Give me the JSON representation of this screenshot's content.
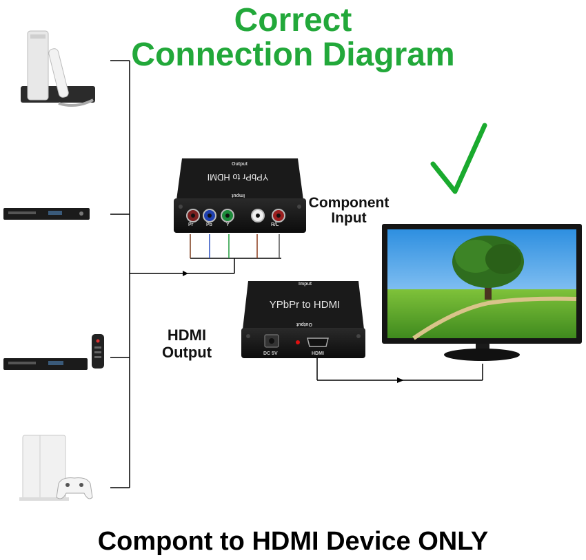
{
  "title": {
    "line1": "Correct",
    "line2": "Connection Diagram"
  },
  "labels": {
    "component_input": [
      "Component",
      "Input"
    ],
    "hdmi_output": [
      "HDMI",
      "Output"
    ]
  },
  "footer": "Compont to HDMI Device ONLY",
  "converter_top": {
    "name": "YPbPr to HDMI",
    "output_label": "Output",
    "input_label": "Imput",
    "port_labels": [
      "Pr",
      "Pb",
      "Y",
      "R/L"
    ]
  },
  "converter_bottom": {
    "name": "YPbPr to HDMI",
    "input_label": "Imput",
    "output_label": "Output",
    "dc_label": "DC 5V",
    "hdmi_label": "HDMI"
  },
  "devices": [
    "wii-console",
    "dvd-player",
    "dvd-player-with-remote",
    "ps4-console"
  ],
  "icons": [
    "checkmark-icon"
  ],
  "colors": {
    "accent_green": "#22a83a",
    "line": "#000000"
  }
}
